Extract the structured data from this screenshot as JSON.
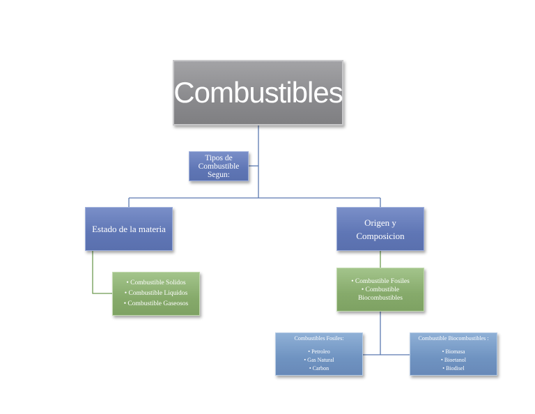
{
  "root": {
    "title": "Combustibles"
  },
  "tipos": {
    "lines": [
      "Tipos de",
      "Combustible",
      "Segun:"
    ]
  },
  "estado": {
    "label": "Estado de la materia"
  },
  "origen": {
    "label": "Origen y Composicion"
  },
  "estado_list": {
    "items": [
      "• Combustible Solidos",
      "• Combustible Liquidos",
      "• Combustible Gaseosos"
    ]
  },
  "origen_list": {
    "items": [
      "• Combustible Fosiles",
      "• Combustible Biocombustibles"
    ]
  },
  "fosiles": {
    "header": "Combustibles Fosiles:",
    "items": [
      "• Petroleo",
      "• Gas Natural",
      "• Carbon"
    ]
  },
  "bio": {
    "header": "Combustible  Biocombustibles :",
    "items": [
      "• Biomasa",
      "• Bioetanol",
      "• Biodisel"
    ]
  },
  "colors": {
    "root": "#8a8a8d",
    "blue": "#5f76b5",
    "green": "#86aa6b",
    "steel": "#6f93c1",
    "connector_blue": "#5a78b0",
    "connector_green": "#6d9a52"
  }
}
